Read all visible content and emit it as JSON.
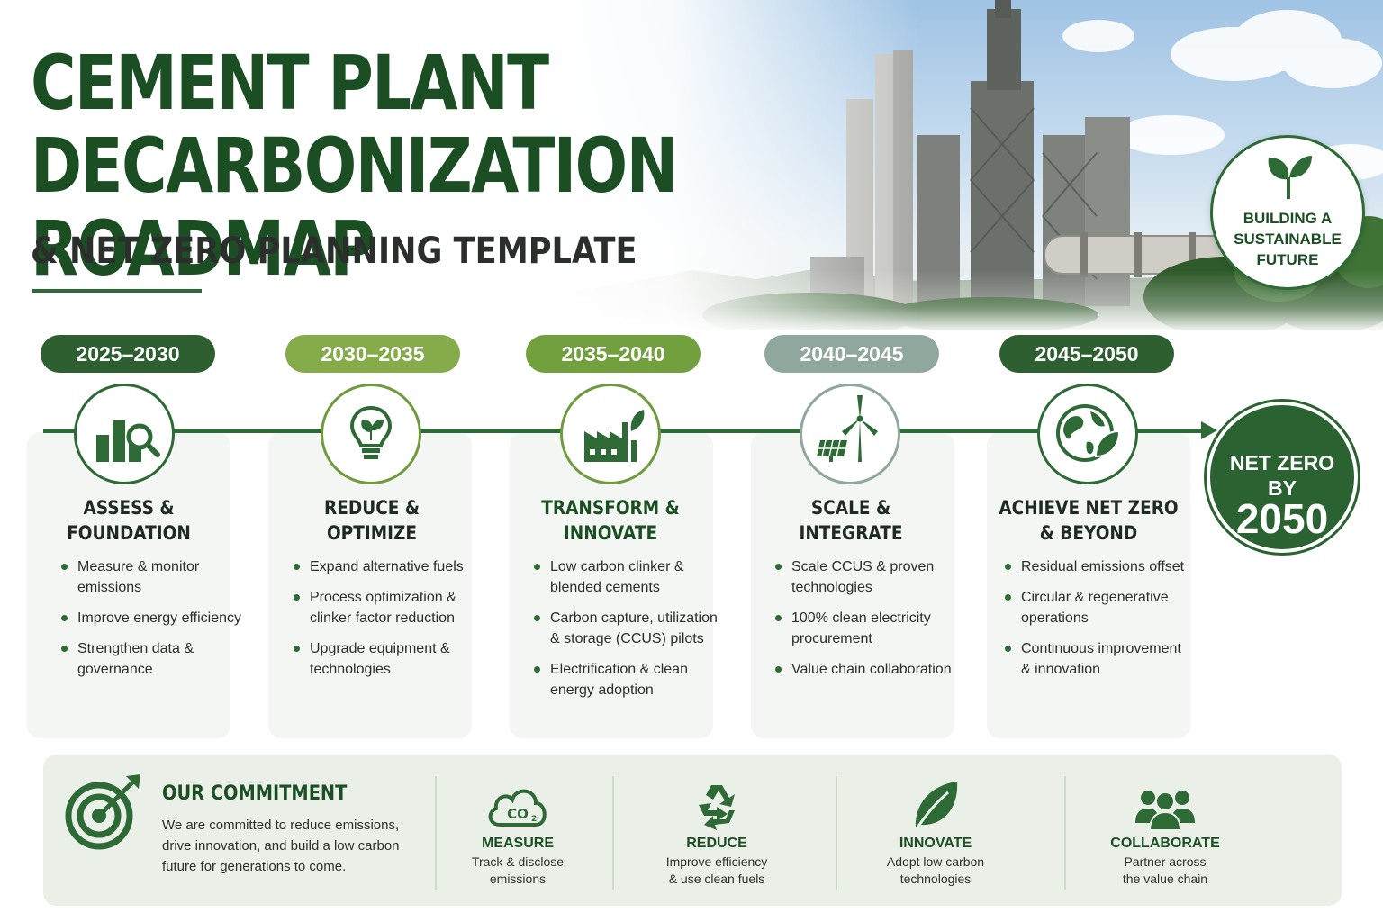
{
  "header": {
    "title_line1": "CEMENT PLANT",
    "title_line2": "DECARBONIZATION ROADMAP",
    "subtitle": "& NET ZERO PLANNING TEMPLATE",
    "badge_line1": "BUILDING A",
    "badge_line2": "SUSTAINABLE",
    "badge_line3": "FUTURE"
  },
  "colors": {
    "primary_green": "#2d6a35",
    "dark_green": "#1b4f23",
    "olive_green": "#7da53f",
    "sage_gray": "#8fa79c"
  },
  "phases": [
    {
      "years": "2025–2030",
      "title_line1": "ASSESS &",
      "title_line2": "FOUNDATION",
      "icon": "chart-magnifier-icon",
      "bullets": [
        "Measure & monitor emissions",
        "Improve energy efficiency",
        "Strengthen data & governance"
      ]
    },
    {
      "years": "2030–2035",
      "title_line1": "REDUCE &",
      "title_line2": "OPTIMIZE",
      "icon": "lightbulb-leaf-icon",
      "bullets": [
        "Expand alternative fuels",
        "Process optimization & clinker factor reduction",
        "Upgrade equipment & technologies"
      ]
    },
    {
      "years": "2035–2040",
      "title_line1": "TRANSFORM &",
      "title_line2": "INNOVATE",
      "icon": "factory-leaf-icon",
      "bullets": [
        "Low carbon clinker & blended cements",
        "Carbon capture, utilization & storage (CCUS) pilots",
        "Electrification & clean energy adoption"
      ]
    },
    {
      "years": "2040–2045",
      "title_line1": "SCALE &",
      "title_line2": "INTEGRATE",
      "icon": "wind-solar-icon",
      "bullets": [
        "Scale CCUS & proven technologies",
        "100% clean electricity procurement",
        "Value chain collaboration"
      ]
    },
    {
      "years": "2045–2050",
      "title_line1": "ACHIEVE NET ZERO",
      "title_line2": "& BEYOND",
      "icon": "globe-leaf-icon",
      "bullets": [
        "Residual emissions offset",
        "Circular & regenerative operations",
        "Continuous improvement & innovation"
      ]
    }
  ],
  "goal": {
    "line1": "NET ZERO",
    "line2": "BY",
    "year": "2050"
  },
  "commitment": {
    "title": "OUR COMMITMENT",
    "text": "We are committed to reduce emissions, drive innovation, and build a low carbon future for generations to come.",
    "pillars": [
      {
        "icon": "co2-cloud-icon",
        "title": "MEASURE",
        "desc_line1": "Track & disclose",
        "desc_line2": "emissions"
      },
      {
        "icon": "recycle-icon",
        "title": "REDUCE",
        "desc_line1": "Improve efficiency",
        "desc_line2": "& use clean fuels"
      },
      {
        "icon": "leaf-icon",
        "title": "INNOVATE",
        "desc_line1": "Adopt low carbon",
        "desc_line2": "technologies"
      },
      {
        "icon": "people-icon",
        "title": "COLLABORATE",
        "desc_line1": "Partner across",
        "desc_line2": "the value chain"
      }
    ]
  }
}
